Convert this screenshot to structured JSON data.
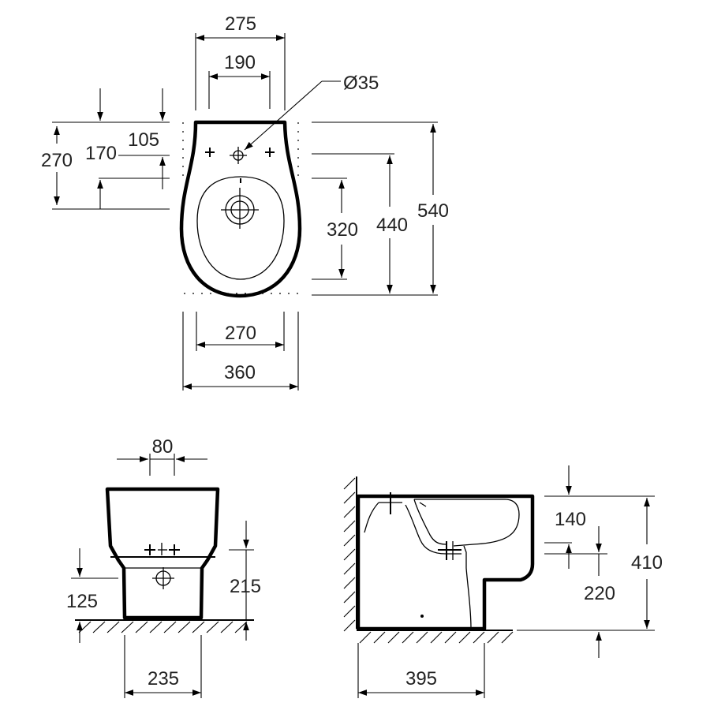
{
  "top_view": {
    "width_outer": "275",
    "width_inner": "190",
    "hole_diameter": "Ø35",
    "offset_total": "270",
    "offset_mid": "170",
    "offset_top": "105",
    "depth_bowl": "320",
    "depth_mid": "440",
    "depth_total": "540",
    "bowl_width": "270",
    "width_total": "360"
  },
  "front_view": {
    "tap_spacing": "80",
    "waste_height": "125",
    "inlet_height": "215",
    "base_width": "235"
  },
  "side_view": {
    "inlet_offset": "140",
    "outlet_height": "220",
    "total_height": "410",
    "base_depth": "395"
  }
}
